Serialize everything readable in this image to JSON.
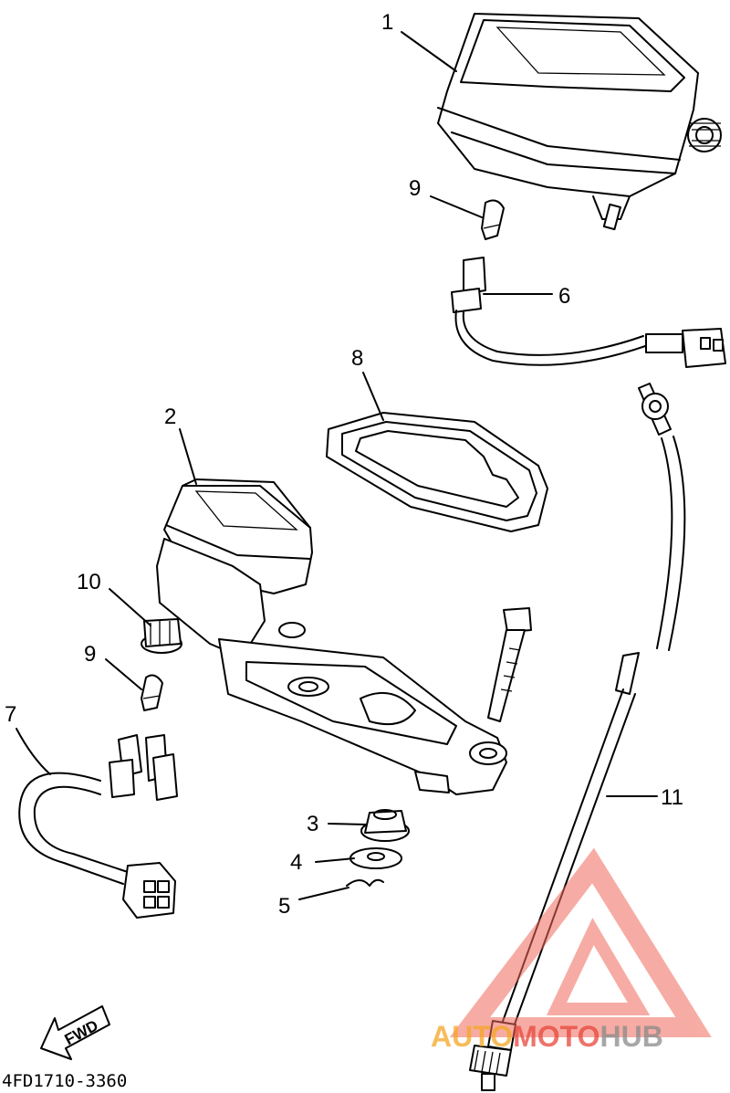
{
  "diagram": {
    "parts": [
      {
        "id": "part-1",
        "label": "1"
      },
      {
        "id": "part-2",
        "label": "2"
      },
      {
        "id": "part-3",
        "label": "3"
      },
      {
        "id": "part-4",
        "label": "4"
      },
      {
        "id": "part-5",
        "label": "5"
      },
      {
        "id": "part-6",
        "label": "6"
      },
      {
        "id": "part-7",
        "label": "7"
      },
      {
        "id": "part-8",
        "label": "8"
      },
      {
        "id": "part-9a",
        "label": "9"
      },
      {
        "id": "part-9b",
        "label": "9"
      },
      {
        "id": "part-10",
        "label": "10"
      },
      {
        "id": "part-11",
        "label": "11"
      }
    ],
    "fwd_label": "FWD",
    "drawing_code": "4FD1710-3360"
  },
  "watermark": {
    "text_auto": "AUTO",
    "text_moto": "MOTO",
    "text_hub": "HUB",
    "colors": {
      "auto": "#f5a623",
      "moto": "#e8463a",
      "hub": "#8a8a8a",
      "triangle": "#f06a5a"
    }
  }
}
